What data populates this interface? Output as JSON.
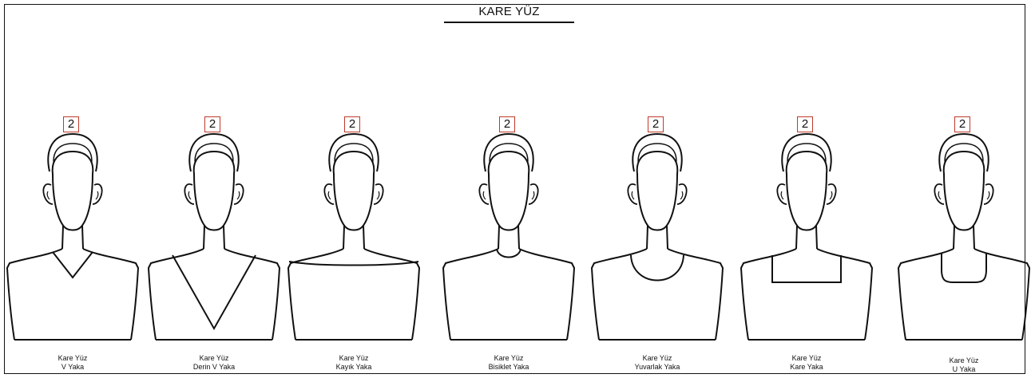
{
  "title": "KARE YÜZ",
  "figures": [
    {
      "badge": "2",
      "line1": "Kare Yüz",
      "line2": "V Yaka"
    },
    {
      "badge": "2",
      "line1": "Kare Yüz",
      "line2": "Derin V Yaka"
    },
    {
      "badge": "2",
      "line1": "Kare Yüz",
      "line2": "Kayık Yaka"
    },
    {
      "badge": "2",
      "line1": "Kare Yüz",
      "line2": "Bisiklet Yaka"
    },
    {
      "badge": "2",
      "line1": "Kare Yüz",
      "line2": "Yuvarlak Yaka"
    },
    {
      "badge": "2",
      "line1": "Kare Yüz",
      "line2": "Kare Yaka"
    },
    {
      "badge": "2",
      "line1": "Kare Yüz",
      "line2": "U Yaka"
    }
  ]
}
